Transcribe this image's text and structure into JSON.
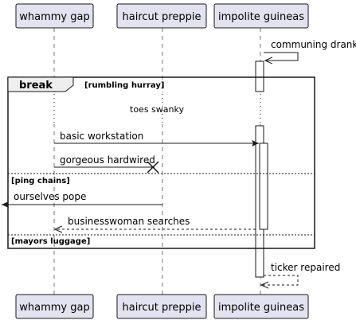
{
  "participants": [
    {
      "id": "p1",
      "label": "whammy gap"
    },
    {
      "id": "p2",
      "label": "haircut preppie"
    },
    {
      "id": "p3",
      "label": "impolite guineas"
    }
  ],
  "fragment": {
    "keyword": "break",
    "guard": "[rumbling hurray]",
    "sections": [
      "[ping chains]",
      "[mayors luggage]"
    ]
  },
  "messages": {
    "self_msg": "communing drank",
    "delay": "toes swanky",
    "m1": "basic workstation",
    "m2": "gorgeous hardwired",
    "m3": "ourselves pope",
    "m4": "businesswoman searches",
    "m5": "ticker repaired"
  },
  "colors": {
    "participant_fill": "#e2e2f0",
    "participant_border": "#181818",
    "line": "#181818",
    "activation_fill": "#ffffff"
  }
}
